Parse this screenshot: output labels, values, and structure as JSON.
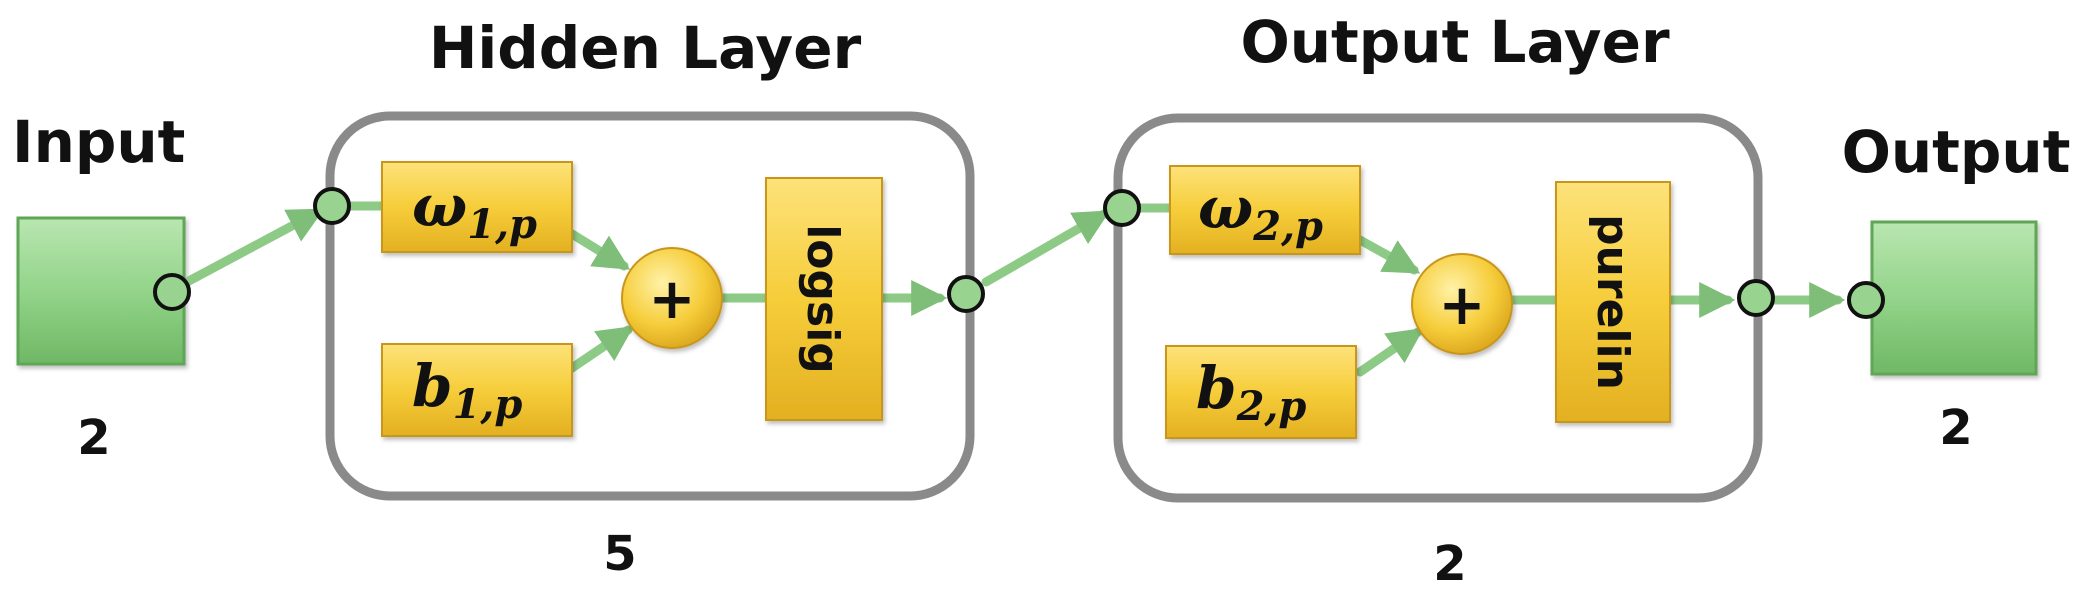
{
  "input": {
    "title": "Input",
    "size": "2"
  },
  "hidden_layer": {
    "title": "Hidden Layer",
    "size": "5",
    "weight": {
      "symbol": "ω",
      "subscript": "1,p"
    },
    "bias": {
      "symbol": "b",
      "subscript": "1,p"
    },
    "sum_symbol": "+",
    "transfer_function": "logsig"
  },
  "output_layer": {
    "title": "Output Layer",
    "size": "2",
    "weight": {
      "symbol": "ω",
      "subscript": "2,p"
    },
    "bias": {
      "symbol": "b",
      "subscript": "2,p"
    },
    "sum_symbol": "+",
    "transfer_function": "purelin"
  },
  "output": {
    "title": "Output",
    "size": "2"
  },
  "colors": {
    "node_green": "#8fd18a",
    "box_yellow": "#f5cf3c",
    "layer_border": "#8a8a8a",
    "arrow_green": "#8cca86"
  }
}
